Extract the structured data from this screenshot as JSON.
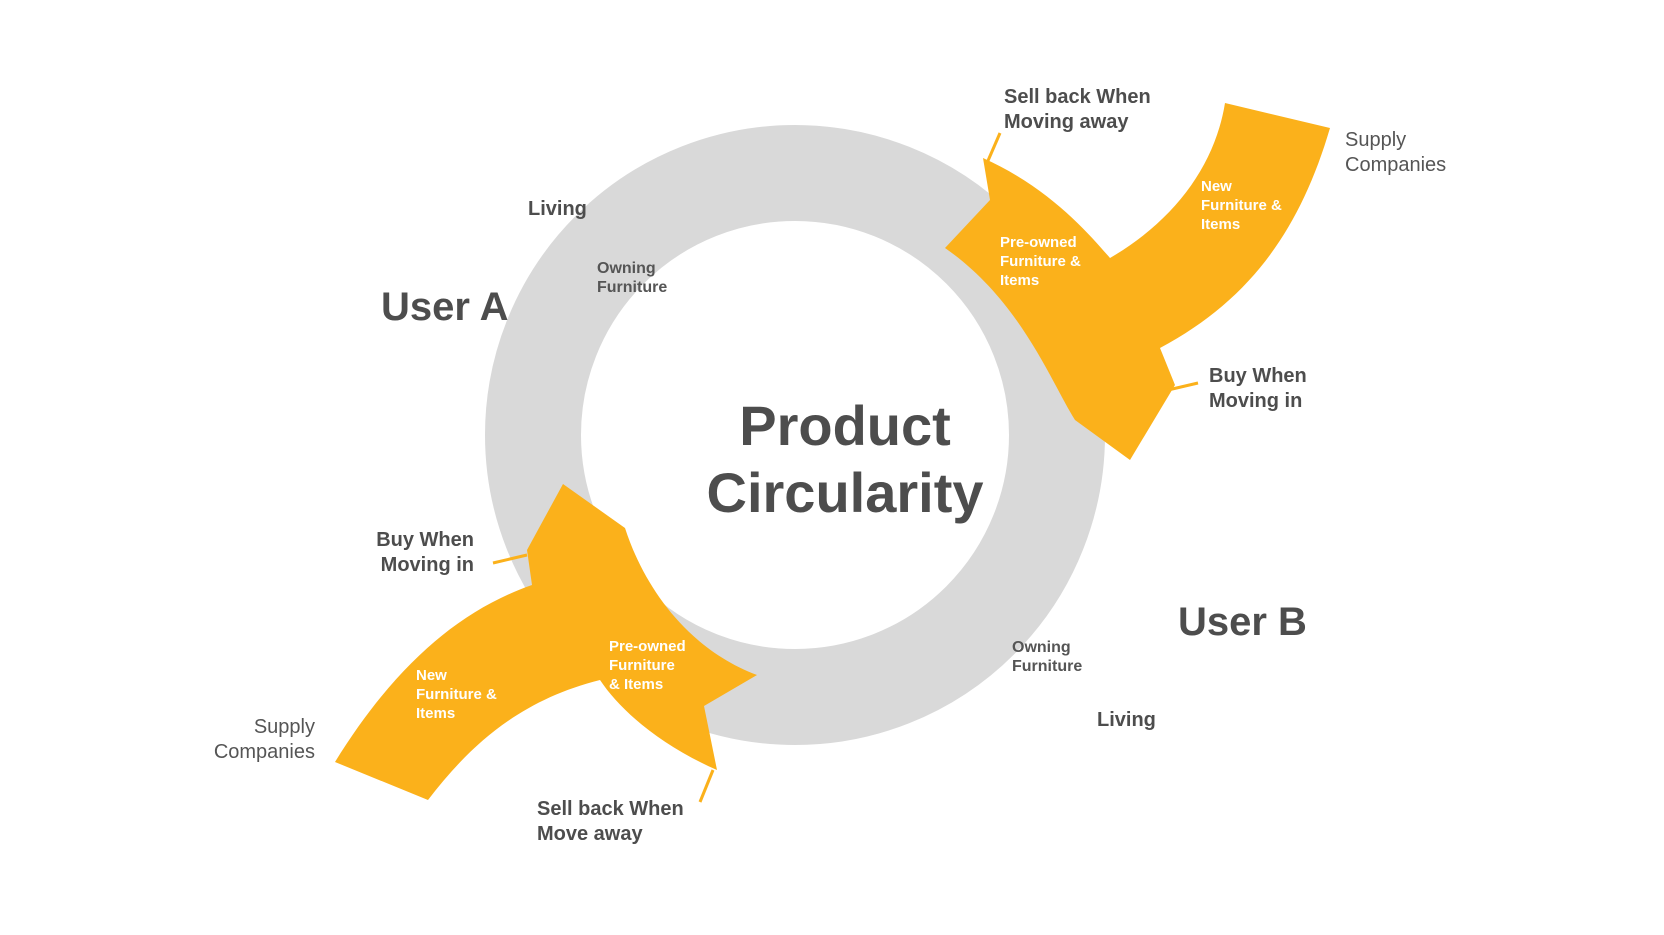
{
  "title": {
    "line1": "Product",
    "line2": "Circularity"
  },
  "user_a": {
    "label": "User A",
    "living": "Living",
    "owning": {
      "line1": "Owning",
      "line2": "Furniture"
    },
    "buy": {
      "line1": "Buy When",
      "line2": "Moving in"
    },
    "sell": {
      "line1": "Sell back When",
      "line2": "Move away"
    },
    "supply": {
      "line1": "Supply",
      "line2": "Companies"
    },
    "new_items": {
      "line1": "New",
      "line2": "Furniture &",
      "line3": "Items"
    },
    "preowned": {
      "line1": "Pre-owned",
      "line2": "Furniture",
      "line3": "& Items"
    }
  },
  "user_b": {
    "label": "User B",
    "living": "Living",
    "owning": {
      "line1": "Owning",
      "line2": "Furniture"
    },
    "buy": {
      "line1": "Buy When",
      "line2": "Moving in"
    },
    "sell": {
      "line1": "Sell back When",
      "line2": "Moving away"
    },
    "supply": {
      "line1": "Supply",
      "line2": "Companies"
    },
    "new_items": {
      "line1": "New",
      "line2": "Furniture &",
      "line3": "Items"
    },
    "preowned": {
      "line1": "Pre-owned",
      "line2": "Furniture &",
      "line3": "Items"
    }
  },
  "colors": {
    "ring": "#d9d9d9",
    "arrow": "#fbb11b",
    "text_dark": "#4d4d4d",
    "text_light": "#555555",
    "text_white": "#ffffff"
  }
}
